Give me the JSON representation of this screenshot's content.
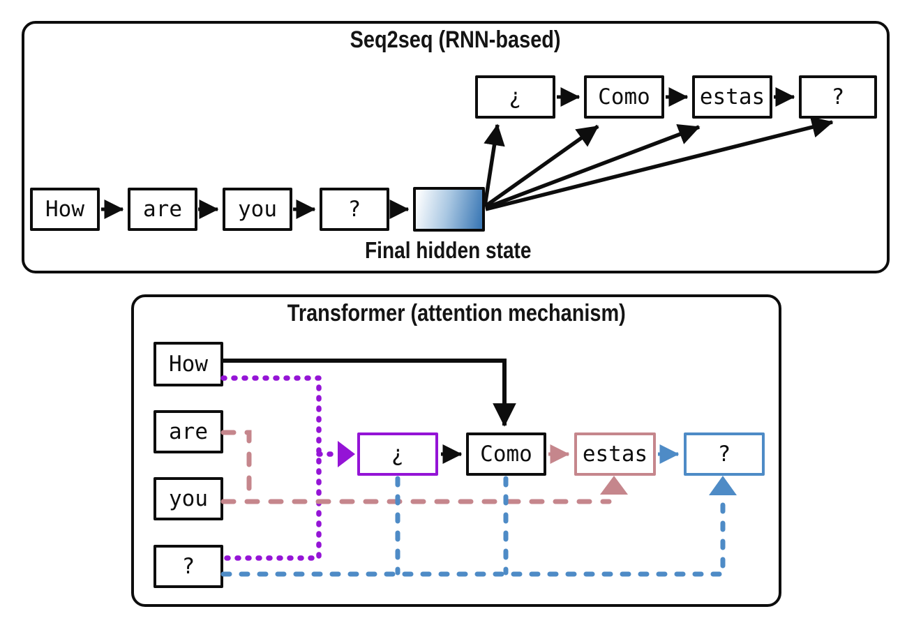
{
  "seq2seq": {
    "title": "Seq2seq (RNN-based)",
    "input_tokens": [
      "How",
      "are",
      "you",
      "?"
    ],
    "hidden_state_label": "Final hidden state",
    "output_tokens": [
      "¿",
      "Como",
      "estas",
      "?"
    ]
  },
  "transformer": {
    "title": "Transformer (attention mechanism)",
    "input_tokens": [
      "How",
      "are",
      "you",
      "?"
    ],
    "output_tokens": [
      "¿",
      "Como",
      "estas",
      "?"
    ],
    "attention_links": [
      {
        "target": "Como",
        "sources": [
          "How"
        ],
        "style": "solid",
        "color_key": "ink"
      },
      {
        "target": "¿",
        "sources": [
          "How",
          "?"
        ],
        "style": "dotted",
        "color_key": "purple"
      },
      {
        "target": "estas",
        "sources": [
          "are",
          "you"
        ],
        "style": "dashed",
        "color_key": "pink"
      },
      {
        "target": "?",
        "sources": [
          "?",
          "¿",
          "Como"
        ],
        "style": "dashed",
        "color_key": "blue"
      }
    ]
  },
  "colors": {
    "ink": "#0d0d0d",
    "purple": "#9414d6",
    "pink": "#c5868c",
    "blue": "#4e8bc6",
    "hsblue": "#3e7ab6"
  }
}
